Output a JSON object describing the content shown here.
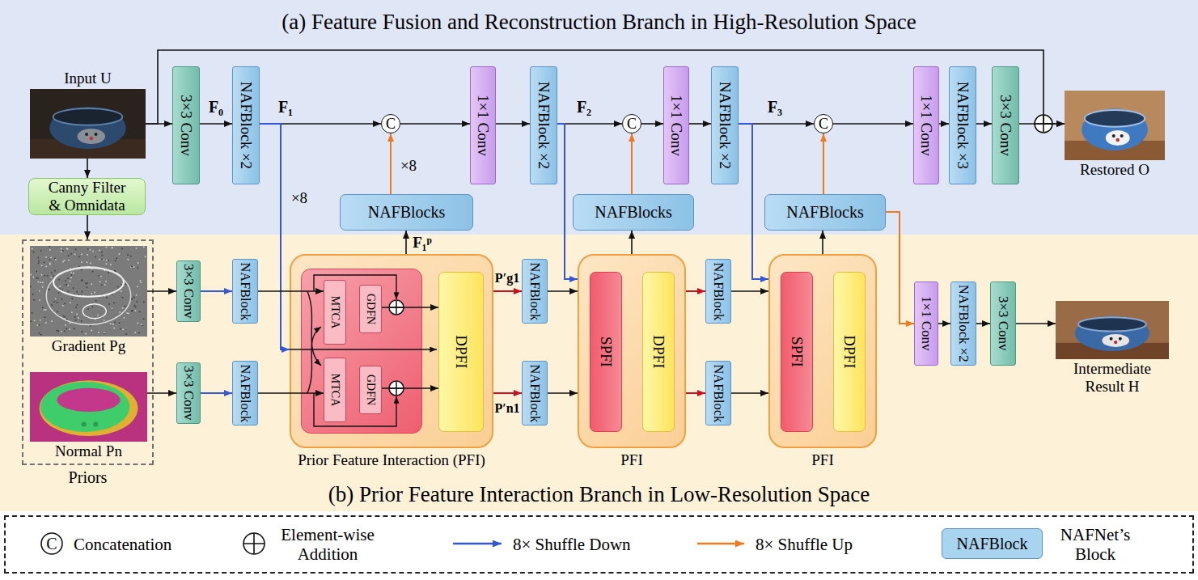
{
  "diagram": {
    "nodes": [
      {
        "text": [
          "(a) Feature Fusion and Reconstruction Branch in High-Resolution Space"
        ]
      },
      {
        "text": [
          "Input U"
        ],
        "in": 0
      },
      {
        "text": [
          "3×3 Conv"
        ],
        "in": 0
      },
      {
        "text": [
          "NAFBlock ×2"
        ],
        "in": 0
      },
      {
        "text": [
          "C"
        ],
        "in": 0
      },
      {
        "text": [
          "1×1 Conv"
        ],
        "in": 0
      },
      {
        "text": [
          "NAFBlock ×2"
        ],
        "in": 0
      },
      {
        "text": [
          "C"
        ],
        "in": 0
      },
      {
        "text": [
          "1×1 Conv"
        ],
        "in": 0
      },
      {
        "text": [
          "NAFBlock ×2"
        ],
        "in": 0
      },
      {
        "text": [
          "C"
        ],
        "in": 0
      },
      {
        "text": [
          "1×1 Conv"
        ],
        "in": 0
      },
      {
        "text": [
          "NAFBlock ×3"
        ],
        "in": 0
      },
      {
        "text": [
          "3×3 Conv"
        ],
        "in": 0
      },
      {
        "text": [
          "Restored O"
        ],
        "in": 0
      },
      {
        "text": [
          "NAFBlocks"
        ],
        "in": 0
      },
      {
        "text": [
          "NAFBlocks"
        ],
        "in": 0
      },
      {
        "text": [
          "NAFBlocks"
        ],
        "in": 0
      },
      {
        "text": [
          "Canny Filter & Omnidata"
        ],
        "in": 0
      },
      {
        "text": [
          "(b) Prior Feature Interaction Branch in Low-Resolution Space"
        ]
      },
      {
        "text": [
          "Priors"
        ],
        "in": 19
      },
      {
        "text": [
          "Gradient Pg"
        ],
        "in": 20
      },
      {
        "text": [
          "Normal Pn"
        ],
        "in": 20
      },
      {
        "text": [
          "3×3 Conv"
        ],
        "in": 19
      },
      {
        "text": [
          "NAFBlock"
        ],
        "in": 19
      },
      {
        "text": [
          "3×3 Conv"
        ],
        "in": 19
      },
      {
        "text": [
          "NAFBlock"
        ],
        "in": 19
      },
      {
        "text": [
          "Prior Feature Interaction (PFI)"
        ],
        "in": 19
      },
      {
        "text": [
          "MTCA"
        ],
        "in": 27
      },
      {
        "text": [
          "GDFN"
        ],
        "in": 27
      },
      {
        "text": [
          "MTCA"
        ],
        "in": 27
      },
      {
        "text": [
          "GDFN"
        ],
        "in": 27
      },
      {
        "text": [
          "DPFI"
        ],
        "in": 27
      },
      {
        "text": [
          "NAFBlock"
        ],
        "in": 19
      },
      {
        "text": [
          "NAFBlock"
        ],
        "in": 19
      },
      {
        "text": [
          "PFI"
        ],
        "in": 19
      },
      {
        "text": [
          "SPFI"
        ],
        "in": 35
      },
      {
        "text": [
          "DPFI"
        ],
        "in": 35
      },
      {
        "text": [
          "NAFBlock"
        ],
        "in": 19
      },
      {
        "text": [
          "NAFBlock"
        ],
        "in": 19
      },
      {
        "text": [
          "PFI"
        ],
        "in": 19
      },
      {
        "text": [
          "SPFI"
        ],
        "in": 40
      },
      {
        "text": [
          "DPFI"
        ],
        "in": 40
      },
      {
        "text": [
          "1×1 Conv"
        ],
        "in": 19
      },
      {
        "text": [
          "NAFBlock ×2"
        ],
        "in": 19
      },
      {
        "text": [
          "3×3 Conv"
        ],
        "in": 19
      },
      {
        "text": [
          "Intermediate Result H"
        ],
        "in": 19
      }
    ],
    "edges": [
      {
        "from": 1,
        "to": 2,
        "arrow": "to"
      },
      {
        "from": 2,
        "to": 3,
        "label": "F₀",
        "arrow": "to"
      },
      {
        "from": 3,
        "to": 4,
        "label": "F₁",
        "arrow": "to"
      },
      {
        "from": 4,
        "to": 5,
        "arrow": "to"
      },
      {
        "from": 5,
        "to": 6,
        "arrow": "to"
      },
      {
        "from": 6,
        "to": 7,
        "label": "F₂",
        "arrow": "to"
      },
      {
        "from": 7,
        "to": 8,
        "arrow": "to"
      },
      {
        "from": 8,
        "to": 9,
        "arrow": "to"
      },
      {
        "from": 9,
        "to": 10,
        "label": "F₃",
        "arrow": "to"
      },
      {
        "from": 10,
        "to": 11,
        "arrow": "to"
      },
      {
        "from": 11,
        "to": 12,
        "arrow": "to"
      },
      {
        "from": 12,
        "to": 13,
        "arrow": "to"
      },
      {
        "from": 13,
        "to": 14,
        "arrow": "to"
      },
      {
        "from": 1,
        "to": 14,
        "arrow": "to"
      },
      {
        "from": 15,
        "to": 4,
        "label": "×8",
        "arrow": "to"
      },
      {
        "from": 16,
        "to": 7,
        "arrow": "to"
      },
      {
        "from": 17,
        "to": 10,
        "arrow": "to"
      },
      {
        "from": 1,
        "to": 18,
        "arrow": "to"
      },
      {
        "from": 18,
        "to": 20,
        "arrow": "to"
      },
      {
        "from": 21,
        "to": 23,
        "arrow": "to"
      },
      {
        "from": 23,
        "to": 24,
        "arrow": "to"
      },
      {
        "from": 22,
        "to": 25,
        "arrow": "to"
      },
      {
        "from": 25,
        "to": 26,
        "arrow": "to"
      },
      {
        "from": 3,
        "to": 27,
        "label": "×8",
        "arrow": "to"
      },
      {
        "from": 24,
        "to": 28,
        "arrow": "to"
      },
      {
        "from": 26,
        "to": 30,
        "arrow": "to"
      },
      {
        "from": 29,
        "to": 32,
        "arrow": "to"
      },
      {
        "from": 31,
        "to": 32,
        "arrow": "to"
      },
      {
        "from": 27,
        "to": 15,
        "label": "F₁ᵖ",
        "arrow": "to"
      },
      {
        "from": 27,
        "to": 33,
        "label": "P′g1",
        "arrow": "to"
      },
      {
        "from": 27,
        "to": 34,
        "label": "P′n1",
        "arrow": "to"
      },
      {
        "from": 33,
        "to": 35,
        "arrow": "to"
      },
      {
        "from": 34,
        "to": 35,
        "arrow": "to"
      },
      {
        "from": 6,
        "to": 35,
        "arrow": "to"
      },
      {
        "from": 35,
        "to": 16,
        "arrow": "to"
      },
      {
        "from": 35,
        "to": 38,
        "arrow": "to"
      },
      {
        "from": 35,
        "to": 39,
        "arrow": "to"
      },
      {
        "from": 38,
        "to": 40,
        "arrow": "to"
      },
      {
        "from": 39,
        "to": 40,
        "arrow": "to"
      },
      {
        "from": 9,
        "to": 40,
        "arrow": "to"
      },
      {
        "from": 40,
        "to": 17,
        "arrow": "to"
      },
      {
        "from": 17,
        "to": 43,
        "arrow": "to"
      },
      {
        "from": 43,
        "to": 44,
        "arrow": "to"
      },
      {
        "from": 44,
        "to": 45,
        "arrow": "to"
      },
      {
        "from": 45,
        "to": 46,
        "arrow": "to"
      }
    ],
    "labels": [
      "C",
      "NAFBlock"
    ],
    "legend": [
      {
        "text": "Concatenation"
      },
      {
        "text": "Element-wise Addition"
      },
      {
        "text": "8× Shuffle Down"
      },
      {
        "text": "8× Shuffle Up"
      },
      {
        "text": "NAFNet’s Block",
        "color": "#a9d4f0"
      }
    ]
  }
}
